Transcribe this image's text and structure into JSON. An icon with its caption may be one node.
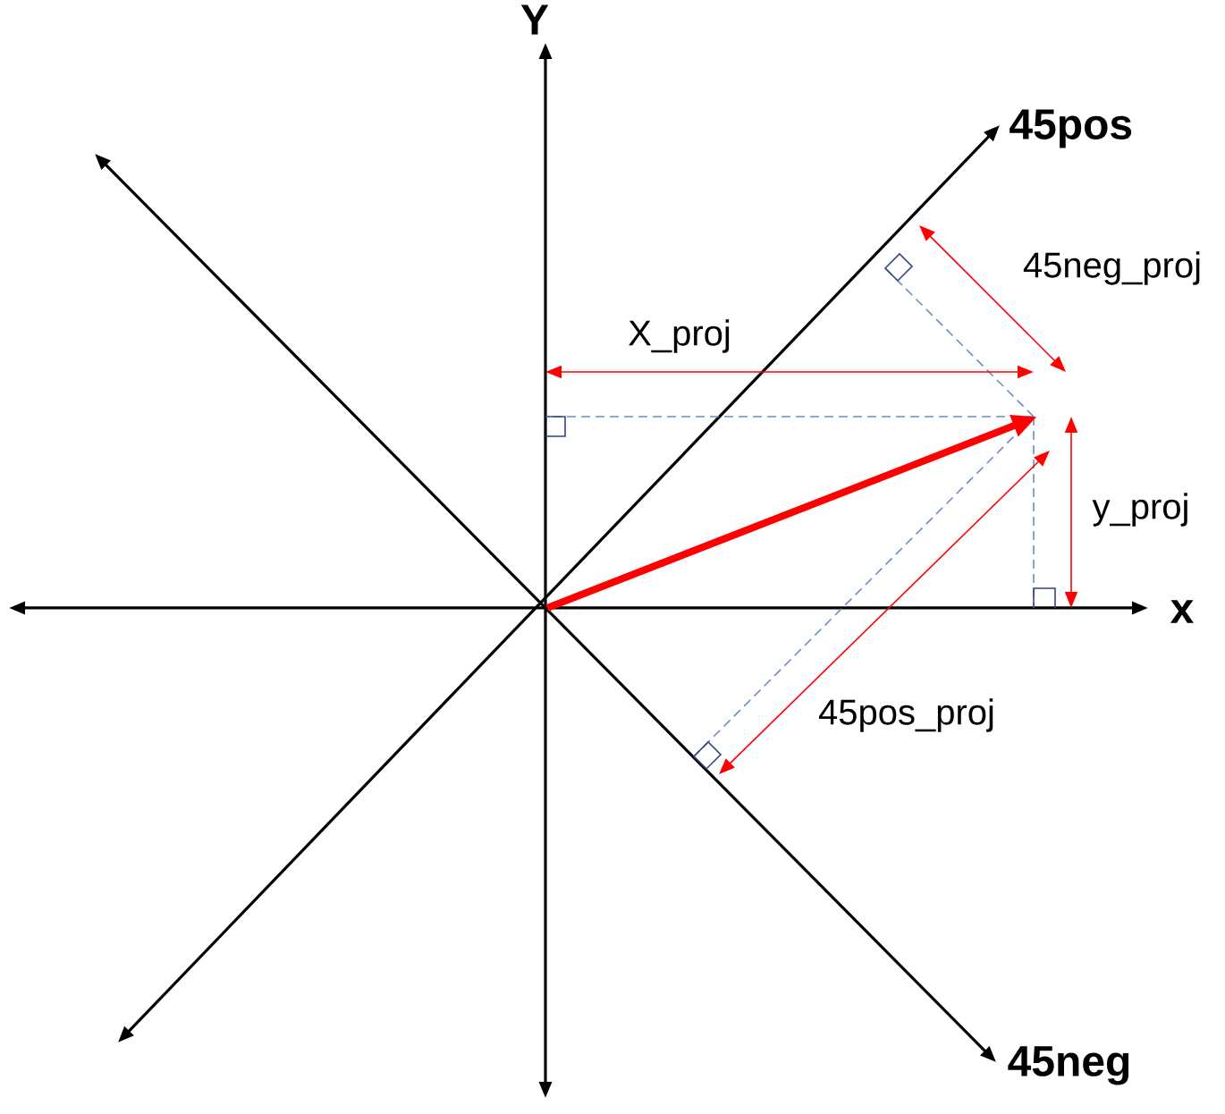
{
  "diagram": {
    "labels": [
      "Y",
      "45pos",
      "45neg_proj",
      "X_proj",
      "y_proj",
      "x",
      "45pos_proj",
      "45neg"
    ]
  }
}
